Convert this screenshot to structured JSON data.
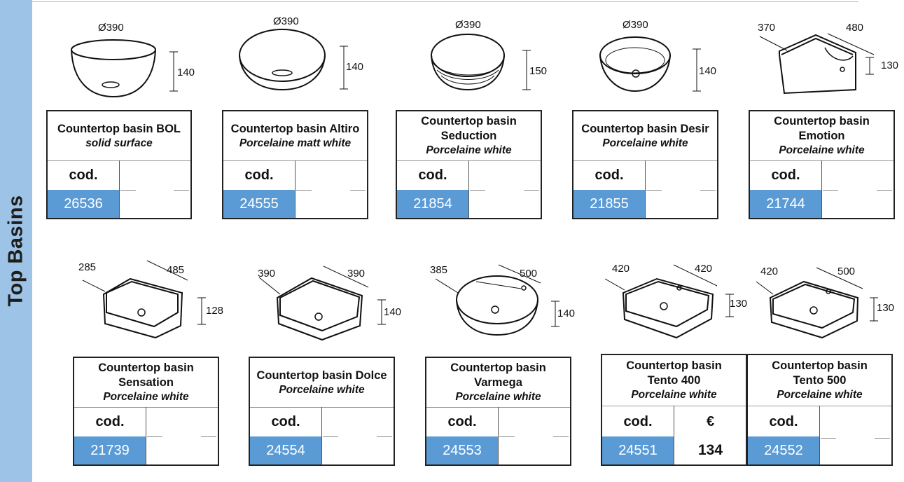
{
  "sidebar": {
    "label": "Top Basins"
  },
  "labels": {
    "cod": "cod.",
    "currency": "€"
  },
  "products": [
    {
      "title": "Countertop basin BOL",
      "subtitle": "solid surface",
      "code": "26536",
      "dims": [
        "Ø390",
        "140"
      ]
    },
    {
      "title": "Countertop basin Altiro",
      "subtitle": "Porcelaine matt white",
      "code": "24555",
      "dims": [
        "Ø390",
        "140"
      ]
    },
    {
      "title": "Countertop basin Seduction",
      "subtitle": "Porcelaine white",
      "code": "21854",
      "dims": [
        "Ø390",
        "150"
      ]
    },
    {
      "title": "Countertop basin Desir",
      "subtitle": "Porcelaine white",
      "code": "21855",
      "dims": [
        "Ø390",
        "140"
      ]
    },
    {
      "title": "Countertop basin Emotion",
      "subtitle": "Porcelaine white",
      "code": "21744",
      "dims": [
        "370",
        "480",
        "130"
      ]
    },
    {
      "title": "Countertop basin Sensation",
      "subtitle": "Porcelaine white",
      "code": "21739",
      "dims": [
        "285",
        "485",
        "128"
      ]
    },
    {
      "title": "Countertop basin Dolce",
      "subtitle": "Porcelaine white",
      "code": "24554",
      "dims": [
        "390",
        "390",
        "140"
      ]
    },
    {
      "title": "Countertop basin Varmega",
      "subtitle": "Porcelaine white",
      "code": "24553",
      "dims": [
        "385",
        "500",
        "140"
      ]
    },
    {
      "title": "Countertop basin Tento 400",
      "subtitle": "Porcelaine white",
      "code": "24551",
      "price": "134",
      "dims": [
        "420",
        "420",
        "130"
      ]
    },
    {
      "title": "Countertop basin Tento 500",
      "subtitle": "Porcelaine white",
      "code": "24552",
      "dims": [
        "420",
        "500",
        "130"
      ]
    }
  ]
}
